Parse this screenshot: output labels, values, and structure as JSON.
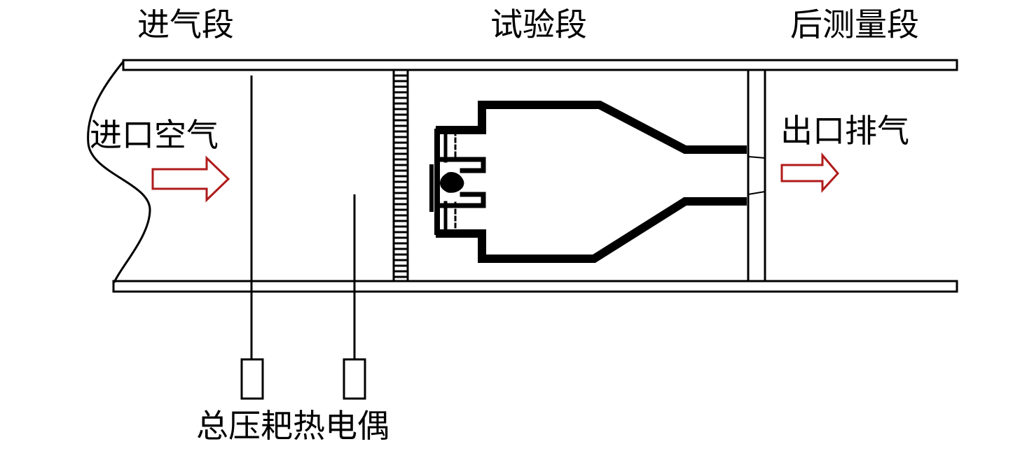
{
  "sections": {
    "inlet": "进气段",
    "test": "试验段",
    "rear_measure": "后测量段"
  },
  "flow": {
    "inlet_air": "进口空气",
    "outlet_exhaust": "出口排气"
  },
  "probes": {
    "label": "总压耙热电偶"
  },
  "colors": {
    "line": "#000000",
    "arrow": "#b01b1b",
    "background": "#ffffff"
  }
}
